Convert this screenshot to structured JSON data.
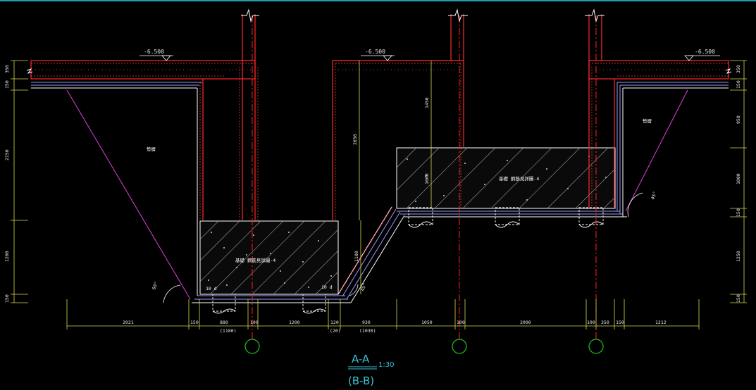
{
  "drawing": {
    "section_title": "A-A",
    "section_subtitle": "(B-B)",
    "scale": "1:30"
  },
  "levels": [
    "-6.500",
    "-6.500",
    "-6.500"
  ],
  "labels": {
    "fill_left": "墊層",
    "fill_right": "墊層",
    "foundation_left": "基礎 鋼筋見詳圖-4",
    "foundation_right": "基礎 鋼筋見詳圖-4",
    "anchor_1": "10 d",
    "anchor_2": "10 d",
    "slope_angle_1": "60°",
    "slope_angle_2": "45°",
    "slope_angle_3": "45°"
  },
  "dims_bottom": [
    "2021",
    "150",
    "880",
    "100",
    "1200",
    "120",
    "930",
    "1050",
    "100",
    "2000",
    "100",
    "350",
    "150",
    "1212"
  ],
  "dims_bottom_sub": [
    "(1180)",
    "(20)",
    "(1030)"
  ],
  "dims_left": [
    "350",
    "150",
    "2150",
    "1200",
    "150"
  ],
  "dims_right": [
    "350",
    "150",
    "950",
    "1000",
    "150",
    "1250",
    "150"
  ],
  "dims_inner": [
    "2650",
    "1450",
    "1000",
    "1100"
  ],
  "colors": {
    "background": "#000000",
    "wall": "#ff2a2a",
    "rebar": "#ff3a3a",
    "axis": "#ff2020",
    "outline": "#ffffff",
    "waterproof": "#8f8fff",
    "dimension": "#d8d84a",
    "slope": "#e040e0",
    "grid_bubble": "#20c020",
    "title": "#39c4d8"
  }
}
